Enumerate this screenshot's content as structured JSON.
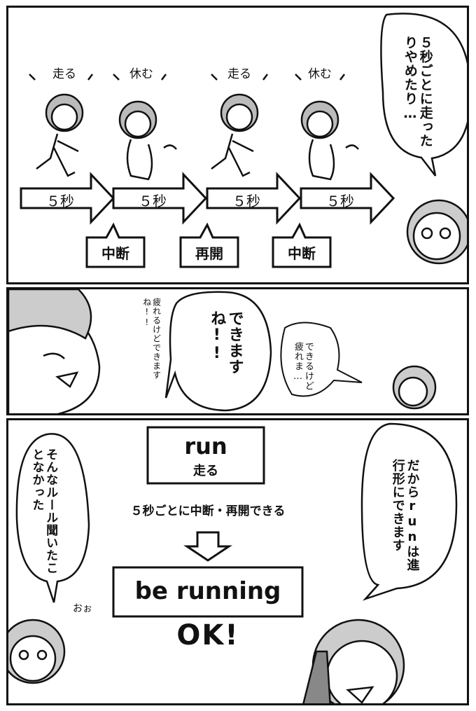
{
  "panel1": {
    "actions": [
      "走る",
      "休む",
      "走る",
      "休む"
    ],
    "arrows": [
      "５秒",
      "５秒",
      "５秒",
      "５秒"
    ],
    "tags": [
      "中断",
      "再開",
      "中断"
    ],
    "bubble": "５秒ごとに走ったりやめたり…"
  },
  "panel2": {
    "big_bubble": "できますね!!",
    "small_bubble": "できるけど疲れま…",
    "whisper": "疲れるけどできますね!!"
  },
  "panel3": {
    "box_top_en": "run",
    "box_top_jp": "走る",
    "caption": "５秒ごとに中断・再開できる",
    "box_bottom": "be running",
    "ok": "OK!",
    "left_bubble": "そんなルール聞いたことなかった",
    "right_bubble": "だからrunは進行形にできます",
    "exclaim": "おぉ"
  }
}
